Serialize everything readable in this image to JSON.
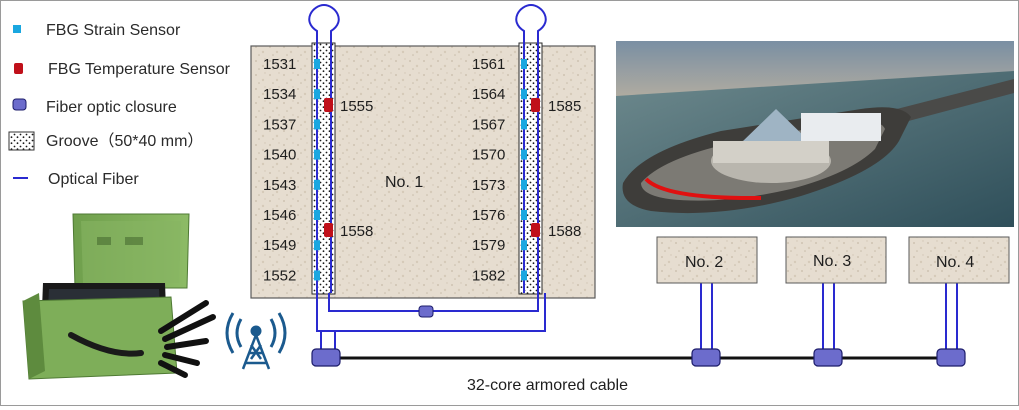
{
  "legend": [
    {
      "key": "strain",
      "label": "FBG Strain Sensor",
      "color": "#1aa7e0"
    },
    {
      "key": "temperature",
      "label": "FBG Temperature Sensor",
      "color": "#c0101a"
    },
    {
      "key": "closure",
      "label": "Fiber optic closure",
      "color": "#6c6ccc"
    },
    {
      "key": "groove",
      "label": "Groove（50*40 mm）"
    },
    {
      "key": "fiber",
      "label": "Optical Fiber",
      "color": "#2a2ad0"
    }
  ],
  "panel": {
    "title": "No. 1",
    "left_groove": {
      "strain_labels": [
        "1531",
        "1534",
        "1537",
        "1540",
        "1543",
        "1546",
        "1549",
        "1552"
      ],
      "temp_labels": [
        "1555",
        "1558"
      ]
    },
    "right_groove": {
      "strain_labels": [
        "1561",
        "1564",
        "1567",
        "1570",
        "1573",
        "1576",
        "1579",
        "1582"
      ],
      "temp_labels": [
        "1585",
        "1588"
      ]
    }
  },
  "stations": [
    {
      "label": "No. 2"
    },
    {
      "label": "No. 3"
    },
    {
      "label": "No. 4"
    }
  ],
  "cable_label": "32-core armored cable",
  "colors": {
    "fiber": "#2a2ad0",
    "closure_fill": "#6c6ccc",
    "strain": "#1aa7e0",
    "temperature": "#c0101a",
    "concrete": "#e8dfd2",
    "cable": "#111111",
    "interrogator_green": "#7fae5a"
  },
  "icons": [
    "wireless-tower-icon",
    "fbg-interrogator-image",
    "bridge-island-photo"
  ]
}
